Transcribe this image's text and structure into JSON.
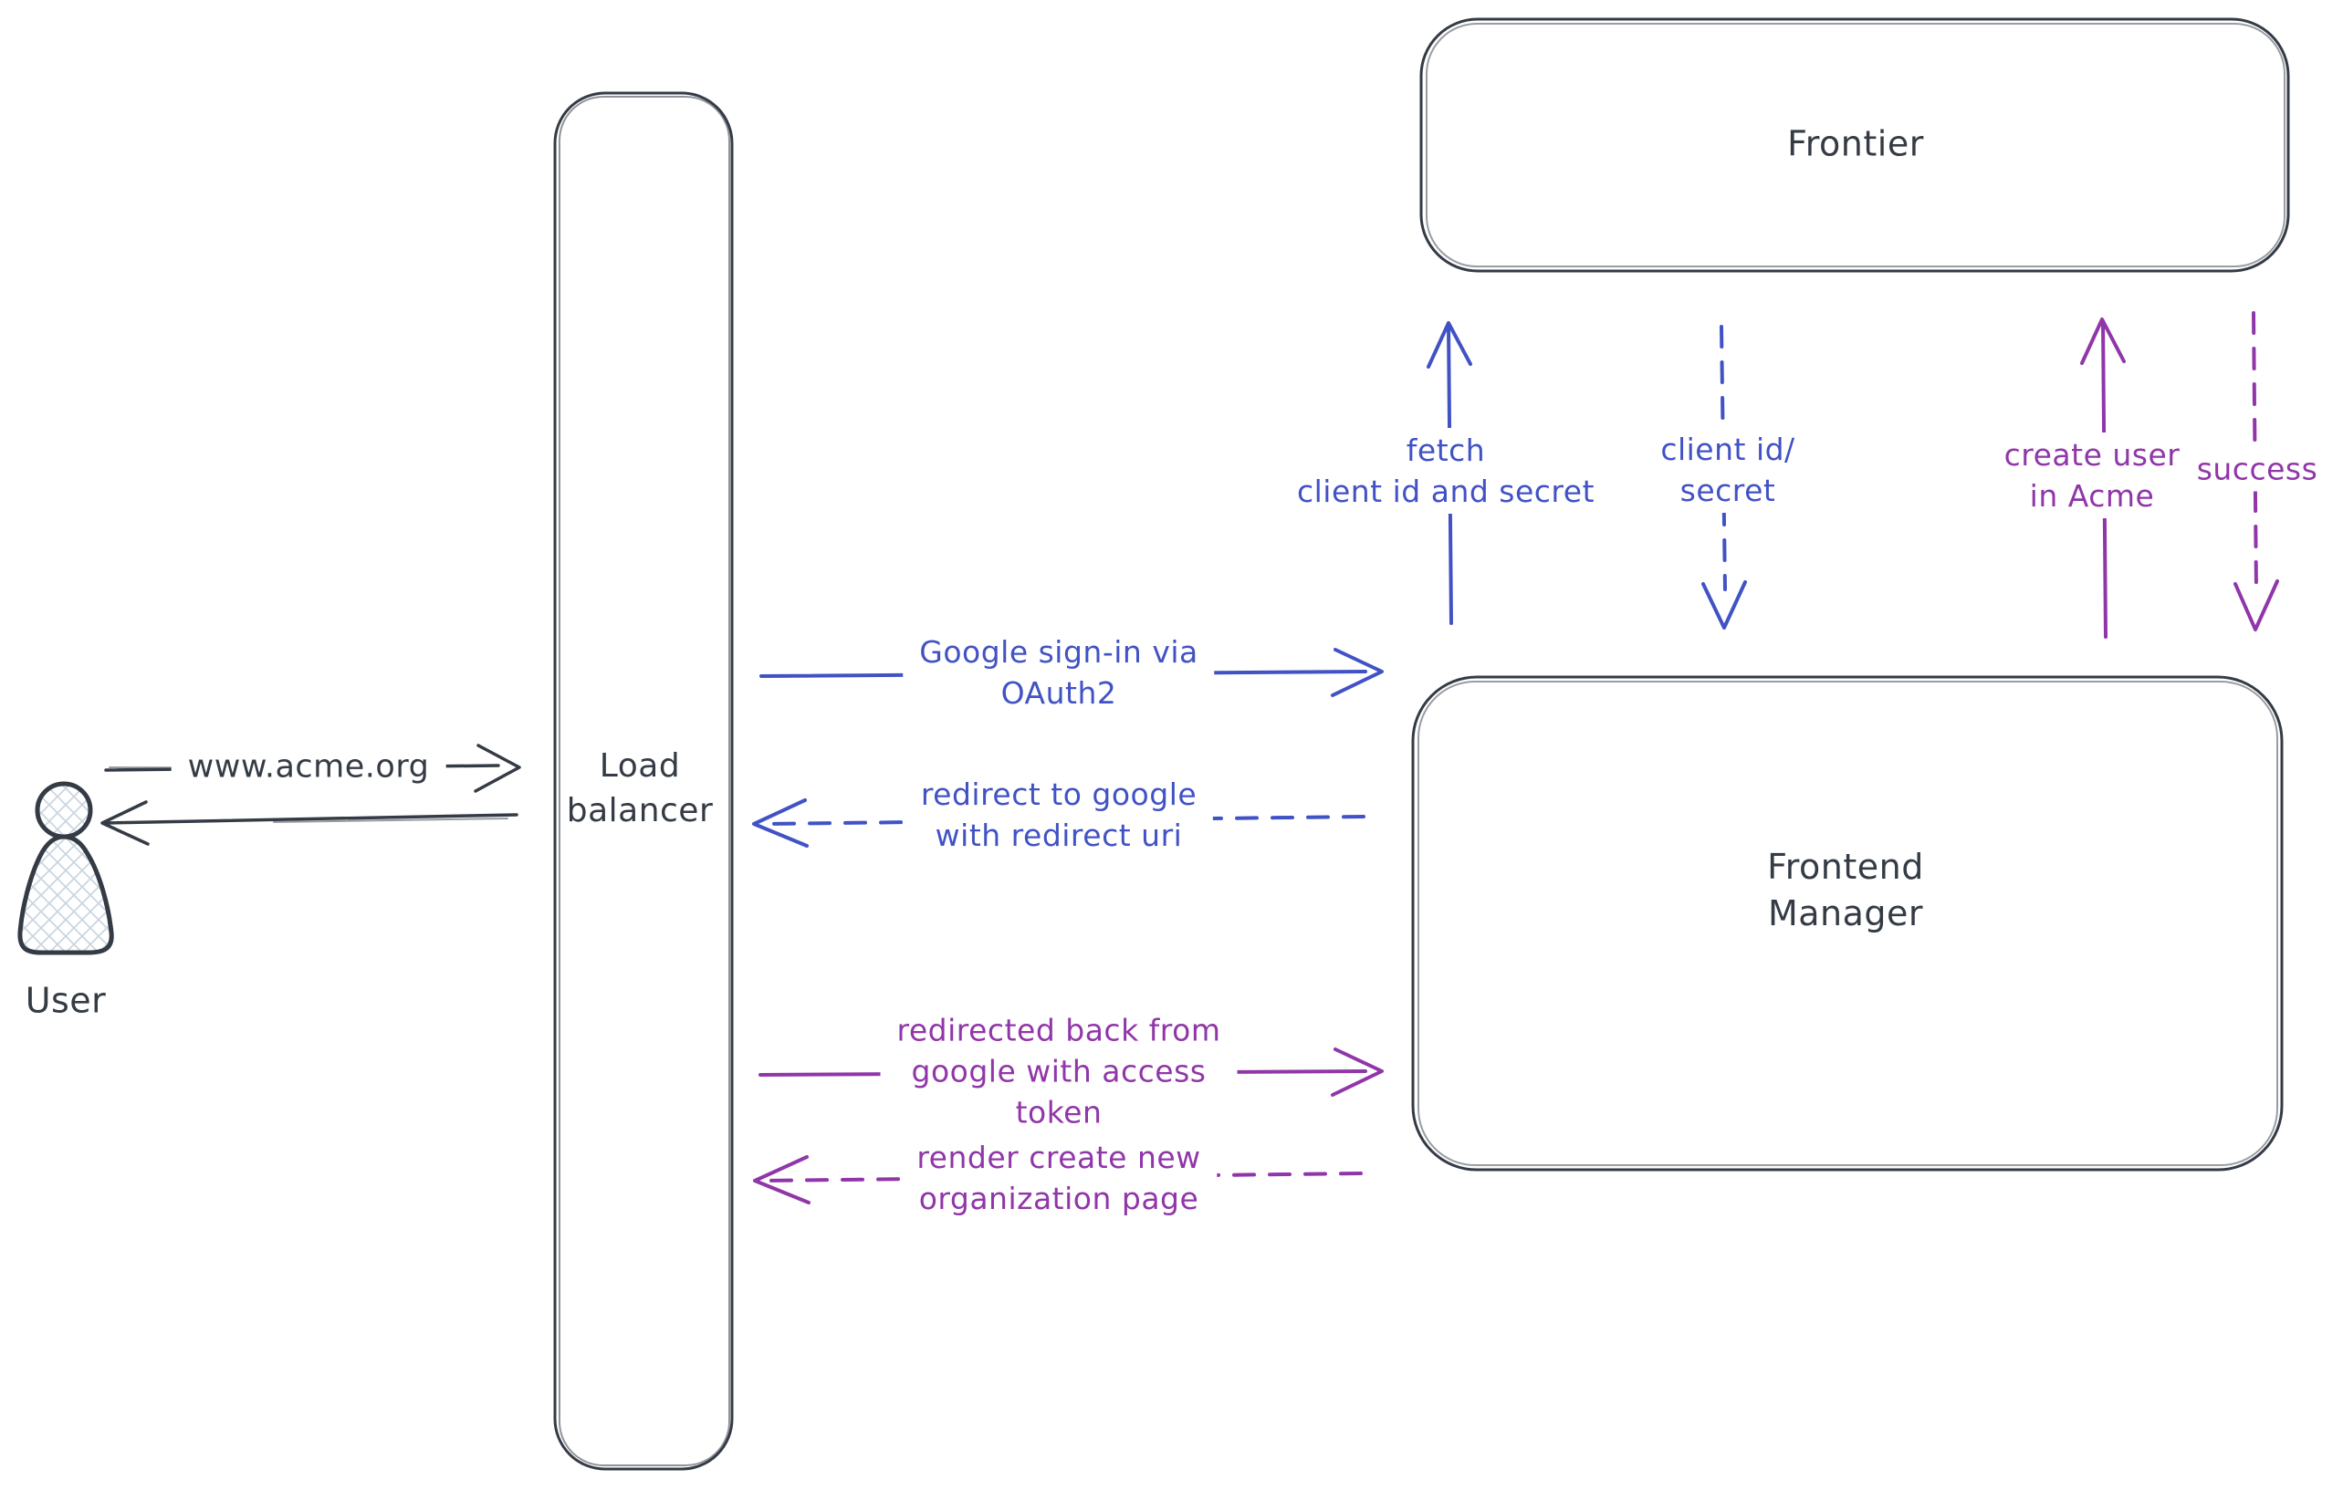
{
  "colors": {
    "dark": "#343b45",
    "blue": "#4152c5",
    "purple": "#9036a8",
    "hatch": "#ccd6e0",
    "background": "#ffffff"
  },
  "nodes": {
    "user": {
      "label": "User"
    },
    "load_balancer": {
      "lines": [
        "Load",
        "balancer"
      ]
    },
    "frontier": {
      "label": "Frontier"
    },
    "frontend_manager": {
      "lines": [
        "Frontend",
        "Manager"
      ]
    }
  },
  "edges": {
    "user_request": {
      "lines": [
        "www.acme.org"
      ],
      "color": "dark",
      "style": "solid",
      "direction": "right"
    },
    "lb_response": {
      "lines": [],
      "color": "dark",
      "style": "solid",
      "direction": "left"
    },
    "google_signin": {
      "lines": [
        "Google sign-in via",
        "OAuth2"
      ],
      "color": "blue",
      "style": "solid",
      "direction": "right"
    },
    "redirect_to_google": {
      "lines": [
        "redirect to google",
        "with redirect uri"
      ],
      "color": "blue",
      "style": "dashed",
      "direction": "left"
    },
    "fetch_client_id": {
      "lines": [
        "fetch",
        "client id and secret"
      ],
      "color": "blue",
      "style": "solid",
      "direction": "up"
    },
    "client_id_secret": {
      "lines": [
        "client id/",
        "secret"
      ],
      "color": "blue",
      "style": "dashed",
      "direction": "down"
    },
    "redirected_back": {
      "lines": [
        "redirected back from",
        "google with access",
        "token"
      ],
      "color": "purple",
      "style": "solid",
      "direction": "right"
    },
    "render_create_org": {
      "lines": [
        "render create new",
        "organization page"
      ],
      "color": "purple",
      "style": "dashed",
      "direction": "left"
    },
    "create_user": {
      "lines": [
        "create user",
        "in Acme"
      ],
      "color": "purple",
      "style": "solid",
      "direction": "up"
    },
    "success": {
      "lines": [
        "success"
      ],
      "color": "purple",
      "style": "dashed",
      "direction": "down"
    }
  }
}
